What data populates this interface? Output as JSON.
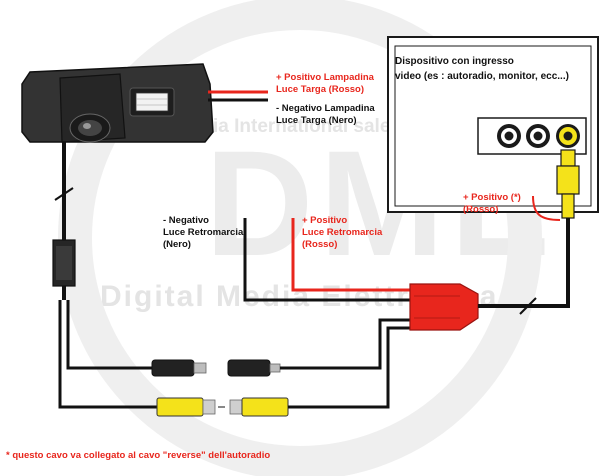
{
  "watermark": {
    "logo": "DME",
    "line1": "Media International sales",
    "line2": "Digital Media Elettronica"
  },
  "device": {
    "title": "Dispositivo con ingresso\nvideo (es : autoradio, monitor, ecc...)"
  },
  "labels": {
    "plate_positive": "+ Positivo Lampadina\nLuce Targa (Rosso)",
    "plate_negative": "- Negativo Lampadina\nLuce Targa (Nero)",
    "reverse_negative": "- Negativo\nLuce Retromarcia\n(Nero)",
    "reverse_positive": "+ Positivo\nLuce Retromarcia\n(Rosso)",
    "device_positive": "+ Positivo (*)\n(Rosso)"
  },
  "footnote": "* questo cavo va collegato al cavo \"reverse\" dell'autoradio",
  "colors": {
    "red_wire": "#e8261d",
    "black_wire": "#111111",
    "rca_yellow": "#f4e21a",
    "watermark": "#e6e6e6"
  }
}
